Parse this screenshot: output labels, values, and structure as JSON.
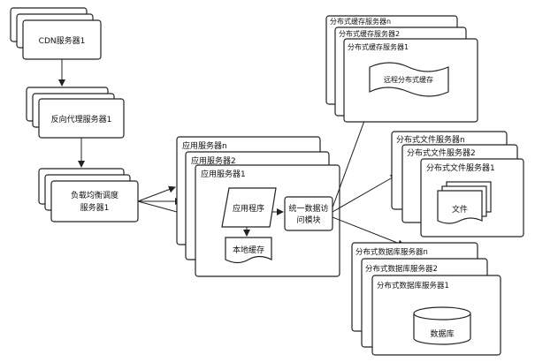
{
  "cdn": {
    "labels": [
      "",
      "",
      "CDN服务器1"
    ]
  },
  "proxy": {
    "labels": [
      "",
      "",
      "反向代理服务器1"
    ]
  },
  "lb": {
    "labels": [
      "",
      "",
      "负载均衡调度",
      "服务器1"
    ]
  },
  "app": {
    "labels": [
      "应用服务器n",
      "应用服务器2",
      "应用服务器1"
    ],
    "program": "应用程序",
    "local_cache": "本地缓存",
    "data_access": [
      "统一数据访",
      "问模块"
    ]
  },
  "cache": {
    "labels": [
      "分布式缓存服务器n",
      "分布式缓存服务器2",
      "分布式缓存服务器1"
    ],
    "remote": "远程分布式缓存"
  },
  "file": {
    "labels": [
      "分布式文件服务器n",
      "分布式文件服务器2",
      "分布式文件服务器1"
    ],
    "doc": "文件"
  },
  "db": {
    "labels": [
      "分布式数据库服务器n",
      "分布式数据库服务器2",
      "分布式数据库服务器1"
    ],
    "db": "数据库"
  }
}
